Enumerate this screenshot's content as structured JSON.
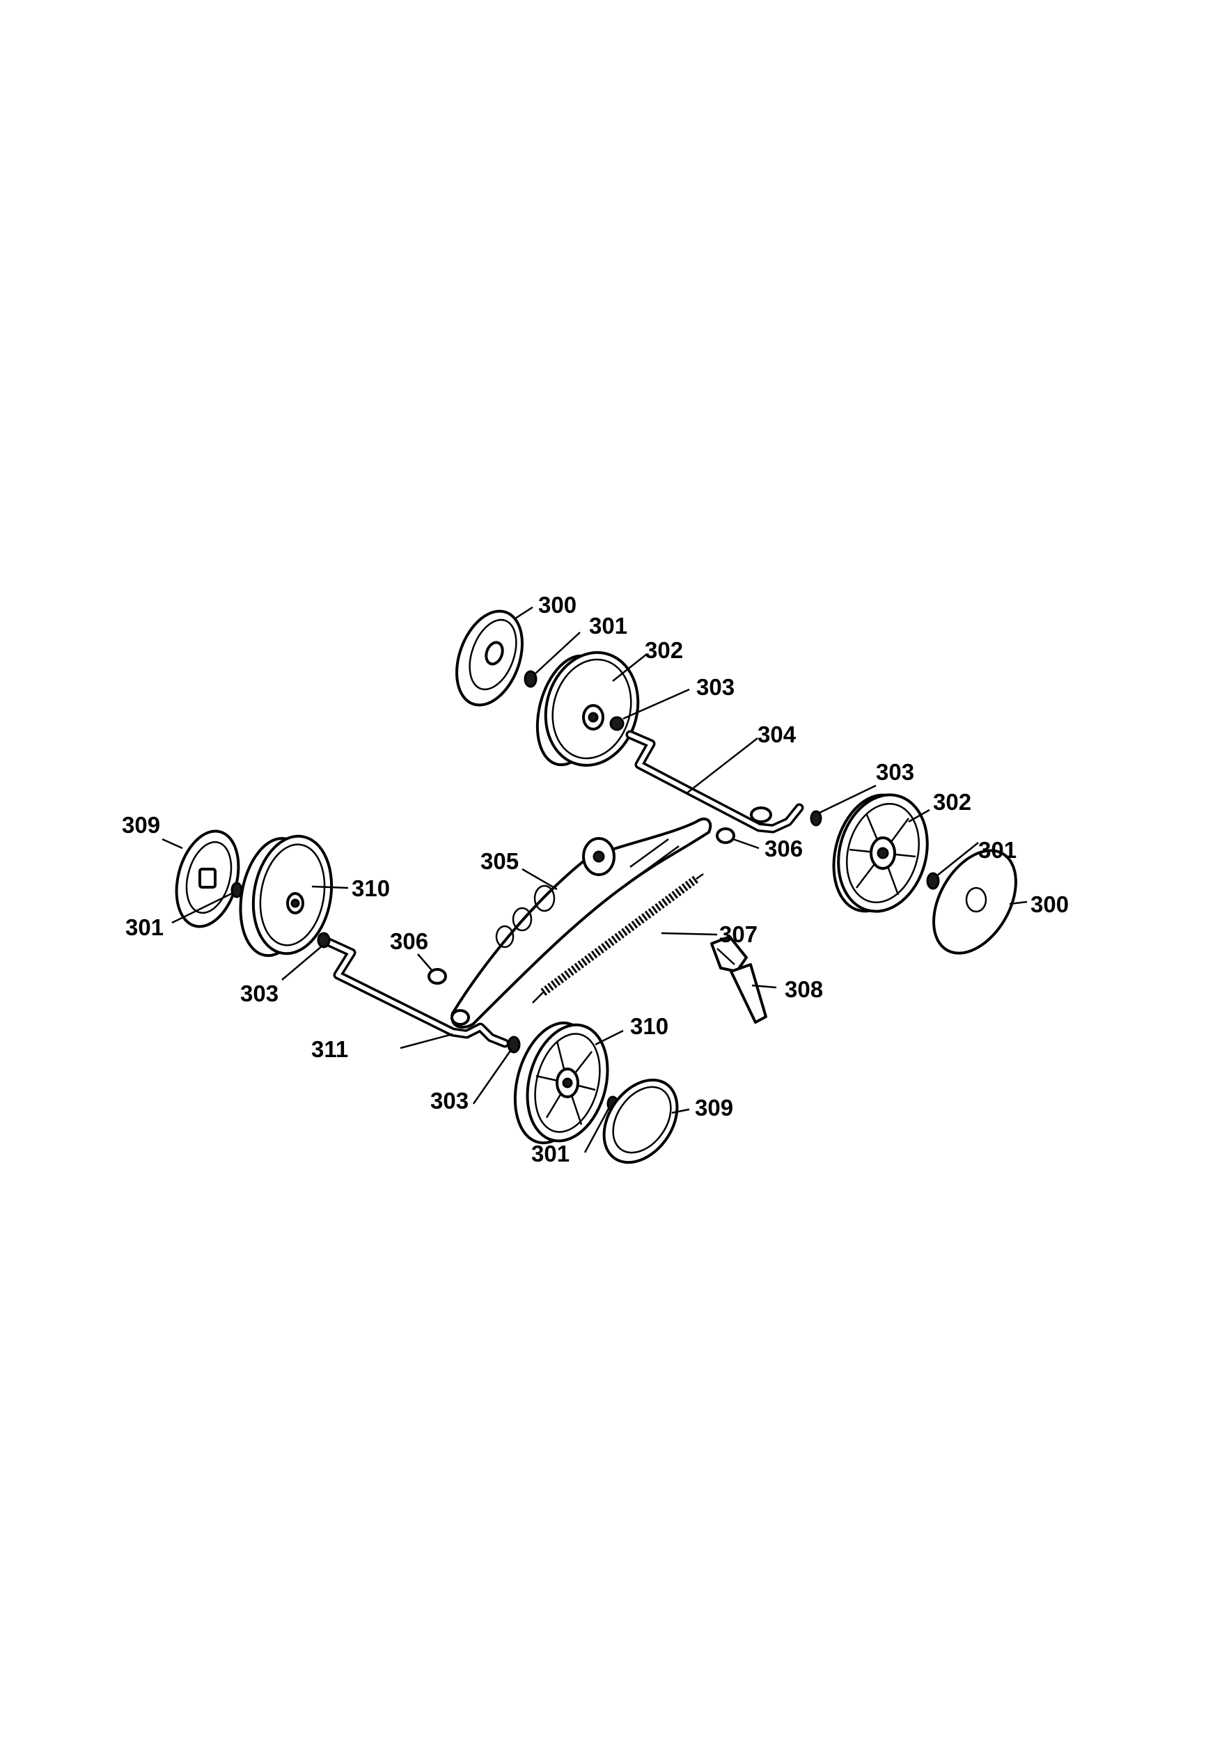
{
  "labels": {
    "l_300a": "300",
    "l_301a": "301",
    "l_302a": "302",
    "l_303a": "303",
    "l_304": "304",
    "l_303b": "303",
    "l_302b": "302",
    "l_301b": "301",
    "l_300b": "300",
    "l_309a": "309",
    "l_310a": "310",
    "l_301c": "301",
    "l_305": "305",
    "l_306a": "306",
    "l_307": "307",
    "l_306b": "306",
    "l_303c": "303",
    "l_308": "308",
    "l_311": "311",
    "l_310b": "310",
    "l_303d": "303",
    "l_309b": "309",
    "l_301d": "301"
  }
}
